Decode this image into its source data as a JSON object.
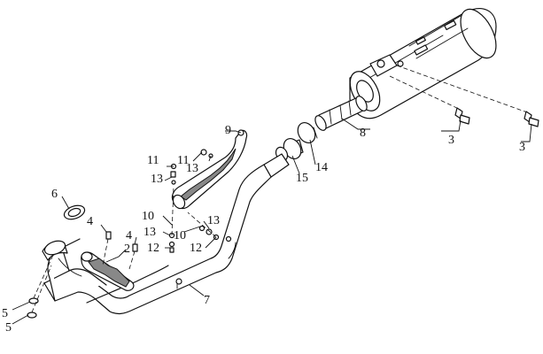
{
  "labels": {
    "p2": "2",
    "p3a": "3",
    "p3b": "3",
    "p4a": "4",
    "p4b": "4",
    "p5a": "5",
    "p5b": "5",
    "p6": "6",
    "p7": "7",
    "p8": "8",
    "p9": "9",
    "p10a": "10",
    "p10b": "10",
    "p11a": "11",
    "p11b": "11",
    "p12a": "12",
    "p12b": "12",
    "p13a": "13",
    "p13b": "13",
    "p13c": "13",
    "p13d": "13",
    "p14": "14",
    "p15": "15"
  }
}
